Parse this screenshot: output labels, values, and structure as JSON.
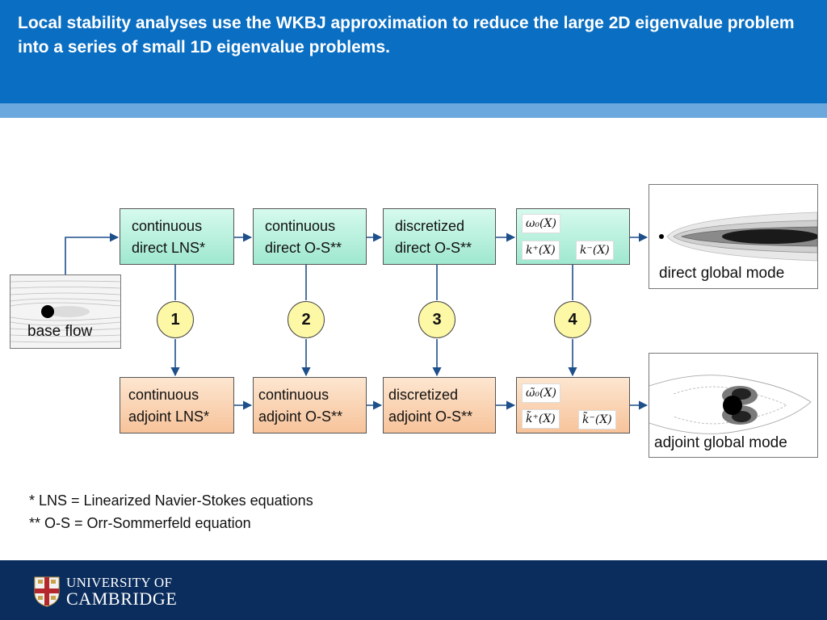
{
  "slide": {
    "title": "Local stability analyses use the WKBJ approximation to reduce the large 2D eigenvalue problem into a series of small 1D eigenvalue problems."
  },
  "diagram": {
    "base_flow_label": "base flow",
    "direct_row": [
      {
        "line1": "continuous",
        "line2": "direct LNS*"
      },
      {
        "line1": "continuous",
        "line2": "direct O-S**"
      },
      {
        "line1": "discretized",
        "line2": "direct O-S**"
      }
    ],
    "adjoint_row": [
      {
        "line1": "continuous",
        "line2": "adjoint LNS*"
      },
      {
        "line1": "continuous",
        "line2": "adjoint O-S**"
      },
      {
        "line1": "discretized",
        "line2": "adjoint O-S**"
      }
    ],
    "direct_symbols": {
      "omega": "ω₀(X)",
      "k_plus": "k⁺(X)",
      "k_minus": "k⁻(X)"
    },
    "adjoint_symbols": {
      "omega": "ω̃₀(X)",
      "k_plus": "k̃⁺(X)",
      "k_minus": "k̃⁻(X)"
    },
    "step_numbers": [
      "1",
      "2",
      "3",
      "4"
    ],
    "direct_global_mode_label": "direct global mode",
    "adjoint_global_mode_label": "adjoint global mode"
  },
  "footnotes": {
    "lns": "* LNS = Linearized Navier-Stokes equations",
    "os": "** O-S = Orr-Sommerfeld equation"
  },
  "footer": {
    "logo_line1": "UNIVERSITY OF",
    "logo_line2": "CAMBRIDGE"
  },
  "colors": {
    "header": "#0a6ec2",
    "footer": "#0b2d5d",
    "direct_box": "#b3f0dc",
    "adjoint_box": "#f7c39a",
    "step_circle": "#fdf8a6",
    "arrow": "#1d4f8a"
  }
}
